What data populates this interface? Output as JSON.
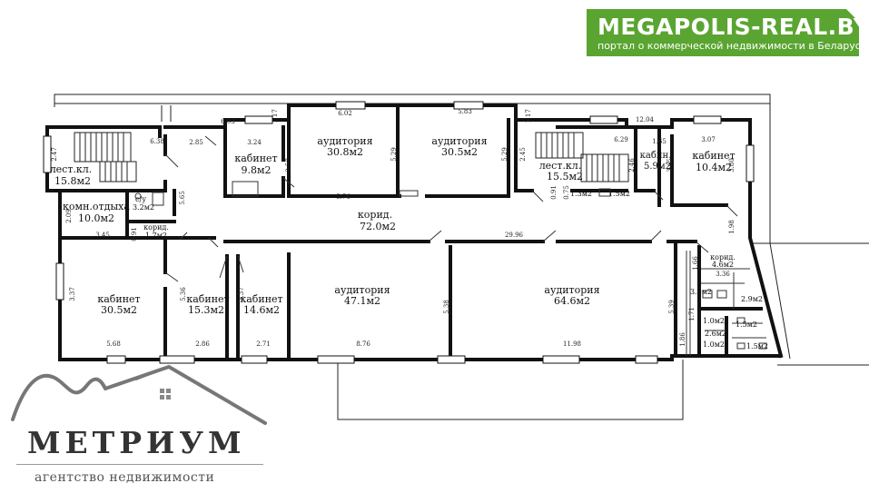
{
  "header": {
    "site_name": "MEGAPOLIS-REAL.BY",
    "site_tagline": "портал о коммерческой недвижимости в Беларуси",
    "site_color": "#5aa531"
  },
  "agency": {
    "name": "МЕТРИУМ",
    "tagline": "агентство недвижимости",
    "logo_icon": "house-roof-icon"
  },
  "plan": {
    "rooms": [
      {
        "id": "stair-left",
        "name": "лест.кл.",
        "area": "15.8м2"
      },
      {
        "id": "rest-room",
        "name": "комн.отдыха",
        "area": "10.0м2"
      },
      {
        "id": "wc-left",
        "name": "с/у",
        "area": "3.2м2"
      },
      {
        "id": "corridor-small-left",
        "name": "корид.",
        "area": "1.7м2"
      },
      {
        "id": "office-9-8",
        "name": "кабинет",
        "area": "9.8м2"
      },
      {
        "id": "aud-30-8",
        "name": "аудитория",
        "area": "30.8м2"
      },
      {
        "id": "aud-30-5",
        "name": "аудитория",
        "area": "30.5м2"
      },
      {
        "id": "stair-right",
        "name": "лест.кл.",
        "area": "15.5м2"
      },
      {
        "id": "office-5-9",
        "name": "кабин.",
        "area": "5.9м2"
      },
      {
        "id": "office-10-4",
        "name": "кабинет",
        "area": "10.4м2"
      },
      {
        "id": "corridor-main",
        "name": "корид.",
        "area": "72.0м2"
      },
      {
        "id": "office-30-5",
        "name": "кабинет",
        "area": "30.5м2"
      },
      {
        "id": "office-15-3",
        "name": "кабинет",
        "area": "15.3м2"
      },
      {
        "id": "office-14-6",
        "name": "кабинет",
        "area": "14.6м2"
      },
      {
        "id": "aud-47-1",
        "name": "аудитория",
        "area": "47.1м2"
      },
      {
        "id": "aud-64-6",
        "name": "аудитория",
        "area": "64.6м2"
      },
      {
        "id": "corridor-right",
        "name": "корид.",
        "area": "4.6м2"
      }
    ],
    "small_areas": [
      "1.3м2",
      "1.5м2",
      "3.0м2",
      "2.9м2",
      "1.0м2",
      "1.5м2",
      "2.6м2",
      "1.0м2",
      "1.5м2"
    ],
    "dimensions": [
      "6.03",
      "1.17",
      "6.02",
      "5.83",
      "1.17",
      "12.04",
      "6.38",
      "2.85",
      "3.24",
      "6.29",
      "1.65",
      "3.07",
      "2.47",
      "3.57",
      "5.29",
      "5.29",
      "2.45",
      "2.46",
      "3.65",
      "3.80",
      "5.76",
      "0.91",
      "0.75",
      "5.65",
      "2.09",
      "3.45",
      "0.91",
      "29.96",
      "1.98",
      "3.37",
      "5.36",
      "3.37",
      "5.38",
      "5.39",
      "1.66",
      "3.36",
      "5.68",
      "2.86",
      "2.71",
      "8.76",
      "11.98",
      "1.86",
      "1.71"
    ]
  }
}
